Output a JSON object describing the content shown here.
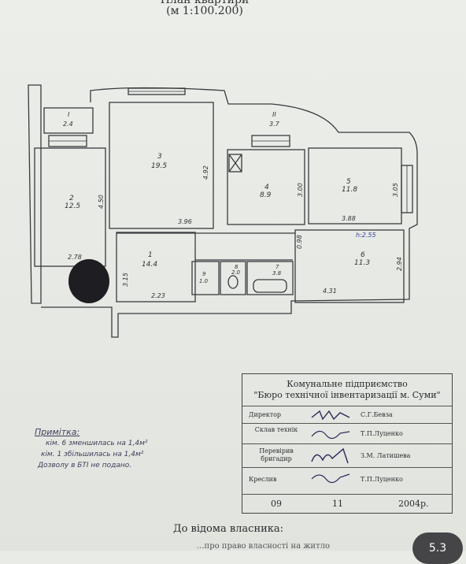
{
  "header": {
    "title_partial": "План квартири",
    "scale": "(м 1:100.200)"
  },
  "rooms": [
    {
      "id": "room-I",
      "num": "I",
      "area": "2.4"
    },
    {
      "id": "room-2",
      "num": "2",
      "area": "12.5"
    },
    {
      "id": "room-3",
      "num": "3",
      "area": "19.5"
    },
    {
      "id": "room-II",
      "num": "II",
      "area": "3.7"
    },
    {
      "id": "room-4",
      "num": "4",
      "area": "8.9"
    },
    {
      "id": "room-5",
      "num": "5",
      "area": "11.8"
    },
    {
      "id": "room-1",
      "num": "1",
      "area": "14.4"
    },
    {
      "id": "room-6",
      "num": "6",
      "area": "11.3"
    },
    {
      "id": "room-9",
      "num": "9",
      "area": "1.0"
    },
    {
      "id": "room-8",
      "num": "8",
      "area": "2.0"
    },
    {
      "id": "room-7",
      "num": "7",
      "area": "3.8"
    }
  ],
  "dimensions": {
    "d_492": "4.92",
    "d_450": "4.50",
    "d_396": "3.96",
    "d_300": "3.00",
    "d_305": "3.05",
    "d_388": "3.88",
    "d_278": "2.78",
    "d_315": "3.15",
    "d_098": "0.98",
    "d_294": "2.94",
    "d_223": "2.23",
    "d_431": "4.31",
    "height": "h:2.55"
  },
  "stamp": {
    "org_line1": "Комунальне підприємство",
    "org_line2": "\"Бюро технічної інвентаризації м. Суми\"",
    "rows": [
      {
        "role": "Директор",
        "name": "С.Г.Бевза"
      },
      {
        "role": "Склав технік",
        "name": "Т.П.Луценко"
      },
      {
        "role": "Перевірив бригадир",
        "name": "З.М. Латишева"
      },
      {
        "role": "Креслив",
        "name": "Т.П.Луценко"
      }
    ],
    "date_day": "09",
    "date_month": "11",
    "date_year": "2004р."
  },
  "note": {
    "title": "Примітка:",
    "line1": "кім. 6 зменшилась на 1,4м²",
    "line2": "кім. 1 збільшилась на 1,4м²",
    "line3": "Дозволу в БТІ не подано."
  },
  "footer": {
    "owner": "До відома власника:",
    "partial": "...про право власності на житло"
  },
  "overlay_badge": "5.3"
}
